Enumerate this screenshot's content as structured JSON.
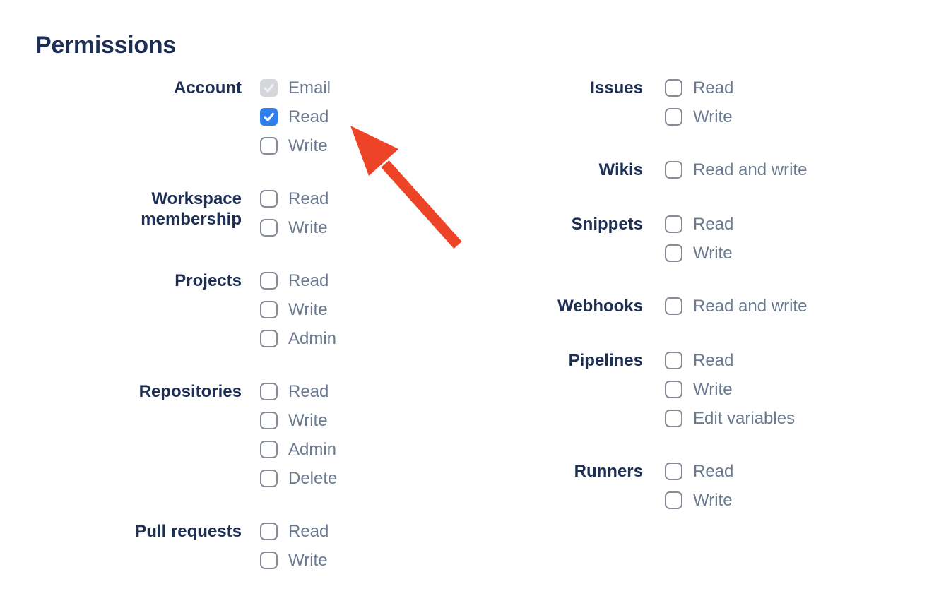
{
  "page": {
    "title": "Permissions"
  },
  "colors": {
    "heading_navy": "#1d2f55",
    "option_gray": "#6b7a90",
    "checkbox_checked_blue": "#2f80ed",
    "checkbox_disabled_gray": "#d4d6d9",
    "checkbox_border_gray": "#858c96",
    "arrow_red": "#ed4327"
  },
  "columns": [
    {
      "groups": [
        {
          "label": "Account",
          "options": [
            {
              "label": "Email",
              "state": "checked-disabled"
            },
            {
              "label": "Read",
              "state": "checked"
            },
            {
              "label": "Write",
              "state": "unchecked"
            }
          ]
        },
        {
          "label": "Workspace\nmembership",
          "options": [
            {
              "label": "Read",
              "state": "unchecked"
            },
            {
              "label": "Write",
              "state": "unchecked"
            }
          ]
        },
        {
          "label": "Projects",
          "options": [
            {
              "label": "Read",
              "state": "unchecked"
            },
            {
              "label": "Write",
              "state": "unchecked"
            },
            {
              "label": "Admin",
              "state": "unchecked"
            }
          ]
        },
        {
          "label": "Repositories",
          "options": [
            {
              "label": "Read",
              "state": "unchecked"
            },
            {
              "label": "Write",
              "state": "unchecked"
            },
            {
              "label": "Admin",
              "state": "unchecked"
            },
            {
              "label": "Delete",
              "state": "unchecked"
            }
          ]
        },
        {
          "label": "Pull requests",
          "options": [
            {
              "label": "Read",
              "state": "unchecked"
            },
            {
              "label": "Write",
              "state": "unchecked"
            }
          ]
        }
      ]
    },
    {
      "groups": [
        {
          "label": "Issues",
          "options": [
            {
              "label": "Read",
              "state": "unchecked"
            },
            {
              "label": "Write",
              "state": "unchecked"
            }
          ]
        },
        {
          "label": "Wikis",
          "options": [
            {
              "label": "Read and write",
              "state": "unchecked"
            }
          ]
        },
        {
          "label": "Snippets",
          "options": [
            {
              "label": "Read",
              "state": "unchecked"
            },
            {
              "label": "Write",
              "state": "unchecked"
            }
          ]
        },
        {
          "label": "Webhooks",
          "options": [
            {
              "label": "Read and write",
              "state": "unchecked"
            }
          ]
        },
        {
          "label": "Pipelines",
          "options": [
            {
              "label": "Read",
              "state": "unchecked"
            },
            {
              "label": "Write",
              "state": "unchecked"
            },
            {
              "label": "Edit variables",
              "state": "unchecked"
            }
          ]
        },
        {
          "label": "Runners",
          "options": [
            {
              "label": "Read",
              "state": "unchecked"
            },
            {
              "label": "Write",
              "state": "unchecked"
            }
          ]
        }
      ]
    }
  ],
  "annotation": {
    "type": "arrow",
    "color": "#ed4327",
    "points_at": "account-read-checkbox"
  }
}
